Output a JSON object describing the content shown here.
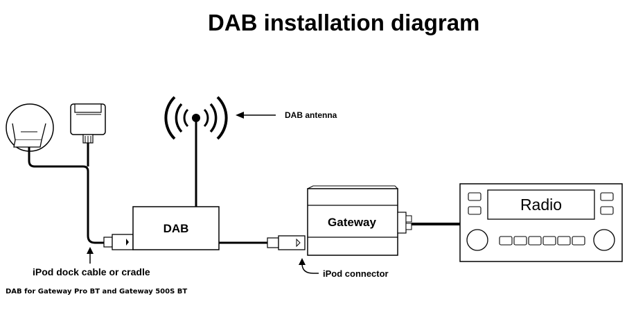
{
  "title": "DAB installation diagram",
  "labels": {
    "dab_antenna": "DAB antenna",
    "ipod_cable": "iPod dock cable or cradle",
    "ipod_connector": "iPod connector",
    "footer": "DAB for Gateway Pro BT and Gateway 500S BT"
  },
  "boxes": {
    "dab": "DAB",
    "gateway": "Gateway",
    "radio": "Radio"
  },
  "icons": {
    "cradle": "ipod-cradle-icon",
    "dock_connector": "dock-connector-icon",
    "antenna": "dab-antenna-icon"
  }
}
